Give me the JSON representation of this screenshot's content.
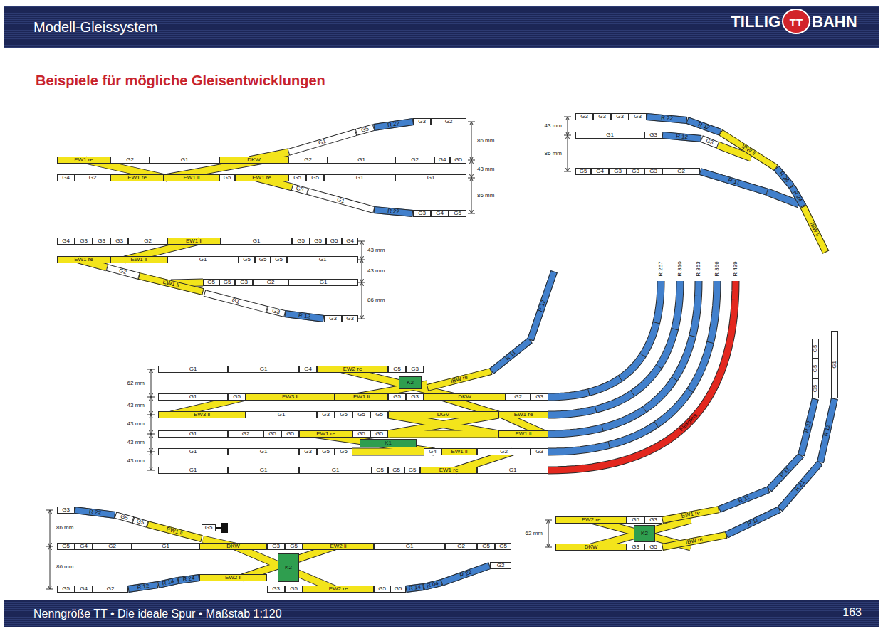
{
  "diagram": {
    "title": "Beispiele für mögliche Gleisentwicklungen",
    "nodes": [
      {
        "text": [
          "EW1 re"
        ]
      },
      {
        "text": [
          "G2"
        ]
      },
      {
        "text": [
          "G1"
        ]
      },
      {
        "text": [
          "DKW"
        ]
      },
      {
        "text": [
          "G2"
        ]
      },
      {
        "text": [
          "G1"
        ]
      },
      {
        "text": [
          "G2"
        ]
      },
      {
        "text": [
          "G4"
        ]
      },
      {
        "text": [
          "G5"
        ]
      },
      {
        "text": [
          "G1"
        ]
      },
      {
        "text": [
          "G5"
        ]
      },
      {
        "text": [
          "R 22"
        ]
      },
      {
        "text": [
          "G3"
        ]
      },
      {
        "text": [
          "G2"
        ]
      },
      {
        "text": [
          "G4"
        ]
      },
      {
        "text": [
          "G2"
        ]
      },
      {
        "text": [
          "EW1 re"
        ]
      },
      {
        "text": [
          "EW1 li"
        ]
      },
      {
        "text": [
          "G5"
        ]
      },
      {
        "text": [
          "EW1 re"
        ]
      },
      {
        "text": [
          "G5"
        ]
      },
      {
        "text": [
          "G5"
        ]
      },
      {
        "text": [
          "G1"
        ]
      },
      {
        "text": [
          "G1"
        ]
      },
      {
        "text": [
          "G5"
        ]
      },
      {
        "text": [
          "G1"
        ]
      },
      {
        "text": [
          "R 22"
        ]
      },
      {
        "text": [
          "G3"
        ]
      },
      {
        "text": [
          "G4"
        ]
      },
      {
        "text": [
          "G5"
        ]
      },
      {
        "text": [
          "G3"
        ]
      },
      {
        "text": [
          "G3"
        ]
      },
      {
        "text": [
          "G3"
        ]
      },
      {
        "text": [
          "G3"
        ]
      },
      {
        "text": [
          "R 22"
        ]
      },
      {
        "text": [
          "R 12"
        ]
      },
      {
        "text": [
          "IBW li"
        ]
      },
      {
        "text": [
          "R 24"
        ]
      },
      {
        "text": [
          "R 24"
        ]
      },
      {
        "text": [
          "IBW li"
        ]
      },
      {
        "text": [
          "G1"
        ]
      },
      {
        "text": [
          "G3"
        ]
      },
      {
        "text": [
          "R 12"
        ]
      },
      {
        "text": [
          "G3"
        ]
      },
      {
        "text": [
          "G5"
        ]
      },
      {
        "text": [
          "G4"
        ]
      },
      {
        "text": [
          "G3"
        ]
      },
      {
        "text": [
          "G3"
        ]
      },
      {
        "text": [
          "G3"
        ]
      },
      {
        "text": [
          "G2"
        ]
      },
      {
        "text": [
          "R 11"
        ]
      },
      {
        "text": [
          "G4"
        ]
      },
      {
        "text": [
          "G3"
        ]
      },
      {
        "text": [
          "G3"
        ]
      },
      {
        "text": [
          "G3"
        ]
      },
      {
        "text": [
          "G2"
        ]
      },
      {
        "text": [
          "EW1 li"
        ]
      },
      {
        "text": [
          "G1"
        ]
      },
      {
        "text": [
          "G5"
        ]
      },
      {
        "text": [
          "G5"
        ]
      },
      {
        "text": [
          "G5"
        ]
      },
      {
        "text": [
          "G4"
        ]
      },
      {
        "text": [
          "EW1 re"
        ]
      },
      {
        "text": [
          "EW1 li"
        ]
      },
      {
        "text": [
          "G1"
        ]
      },
      {
        "text": [
          "G5"
        ]
      },
      {
        "text": [
          "G5"
        ]
      },
      {
        "text": [
          "G5"
        ]
      },
      {
        "text": [
          "G1"
        ]
      },
      {
        "text": [
          "G2"
        ]
      },
      {
        "text": [
          "EW1 li"
        ]
      },
      {
        "text": [
          "G5"
        ]
      },
      {
        "text": [
          "G5"
        ]
      },
      {
        "text": [
          "G3"
        ]
      },
      {
        "text": [
          "G2"
        ]
      },
      {
        "text": [
          "G1"
        ]
      },
      {
        "text": [
          "G1"
        ]
      },
      {
        "text": [
          "G3"
        ]
      },
      {
        "text": [
          "R 12"
        ]
      },
      {
        "text": [
          "G3"
        ]
      },
      {
        "text": [
          "G3"
        ]
      },
      {
        "text": [
          "G1"
        ]
      },
      {
        "text": [
          "G1"
        ]
      },
      {
        "text": [
          "G4"
        ]
      },
      {
        "text": [
          "EW2 re"
        ]
      },
      {
        "text": [
          "G5"
        ]
      },
      {
        "text": [
          "G3"
        ]
      },
      {
        "text": [
          "K2"
        ]
      },
      {
        "text": [
          "IBW re"
        ]
      },
      {
        "text": [
          "R 11"
        ]
      },
      {
        "text": [
          "R 12"
        ]
      },
      {
        "text": [
          "G1"
        ]
      },
      {
        "text": [
          "G5"
        ]
      },
      {
        "text": [
          "EW3 li"
        ]
      },
      {
        "text": [
          "EW1 li"
        ]
      },
      {
        "text": [
          "G5"
        ]
      },
      {
        "text": [
          "G3"
        ]
      },
      {
        "text": [
          "DKW"
        ]
      },
      {
        "text": [
          "G2"
        ]
      },
      {
        "text": [
          "G3"
        ]
      },
      {
        "text": [
          "EW3 li"
        ]
      },
      {
        "text": [
          "G1"
        ]
      },
      {
        "text": [
          "G3"
        ]
      },
      {
        "text": [
          "G5"
        ]
      },
      {
        "text": [
          "G5"
        ]
      },
      {
        "text": [
          "G5"
        ]
      },
      {
        "text": [
          "DGV"
        ]
      },
      {
        "text": [
          "EW1 re"
        ]
      },
      {
        "text": [
          "G1"
        ]
      },
      {
        "text": [
          "G2"
        ]
      },
      {
        "text": [
          "G5"
        ]
      },
      {
        "text": [
          "G5"
        ]
      },
      {
        "text": [
          "EW1 re"
        ]
      },
      {
        "text": [
          "G5"
        ]
      },
      {
        "text": [
          "G5"
        ]
      },
      {
        "text": [
          "EW1 li"
        ]
      },
      {
        "text": [
          "G1"
        ]
      },
      {
        "text": [
          "G1"
        ]
      },
      {
        "text": [
          "G3"
        ]
      },
      {
        "text": [
          "G5"
        ]
      },
      {
        "text": [
          "G5"
        ]
      },
      {
        "text": [
          "K1"
        ]
      },
      {
        "text": [
          "G4"
        ]
      },
      {
        "text": [
          "EW1 li"
        ]
      },
      {
        "text": [
          "G2"
        ]
      },
      {
        "text": [
          "G3"
        ]
      },
      {
        "text": [
          "G1"
        ]
      },
      {
        "text": [
          "G1"
        ]
      },
      {
        "text": [
          "G1"
        ]
      },
      {
        "text": [
          "G5"
        ]
      },
      {
        "text": [
          "G5"
        ]
      },
      {
        "text": [
          "G5"
        ]
      },
      {
        "text": [
          "EW1 re"
        ]
      },
      {
        "text": [
          "G1"
        ]
      },
      {
        "text": [
          "G3"
        ]
      },
      {
        "text": [
          "R 22"
        ]
      },
      {
        "text": [
          "G5"
        ]
      },
      {
        "text": [
          "G5"
        ]
      },
      {
        "text": [
          "EW1 li"
        ]
      },
      {
        "text": [
          "G5"
        ]
      },
      {
        "text": [
          "G5"
        ]
      },
      {
        "text": [
          "G4"
        ]
      },
      {
        "text": [
          "G2"
        ]
      },
      {
        "text": [
          "G1"
        ]
      },
      {
        "text": [
          "DKW"
        ]
      },
      {
        "text": [
          "G3"
        ]
      },
      {
        "text": [
          "G5"
        ]
      },
      {
        "text": [
          "K2"
        ]
      },
      {
        "text": [
          "EW2 li"
        ]
      },
      {
        "text": [
          "G1"
        ]
      },
      {
        "text": [
          "G2"
        ]
      },
      {
        "text": [
          "G5"
        ]
      },
      {
        "text": [
          "G5"
        ]
      },
      {
        "text": [
          "G5"
        ]
      },
      {
        "text": [
          "G4"
        ]
      },
      {
        "text": [
          "G2"
        ]
      },
      {
        "text": [
          "R 12"
        ]
      },
      {
        "text": [
          "R 14"
        ]
      },
      {
        "text": [
          "R 24"
        ]
      },
      {
        "text": [
          "EW2 li"
        ]
      },
      {
        "text": [
          "G3"
        ]
      },
      {
        "text": [
          "G5"
        ]
      },
      {
        "text": [
          "EW2 re"
        ]
      },
      {
        "text": [
          "G5"
        ]
      },
      {
        "text": [
          "G5"
        ]
      },
      {
        "text": [
          "R 14"
        ]
      },
      {
        "text": [
          "R 04"
        ]
      },
      {
        "text": [
          "R 22"
        ]
      },
      {
        "text": [
          "G2"
        ]
      },
      {
        "text": [
          "EW2 re"
        ]
      },
      {
        "text": [
          "G5"
        ]
      },
      {
        "text": [
          "G3"
        ]
      },
      {
        "text": [
          "K2"
        ]
      },
      {
        "text": [
          "EW1 re"
        ]
      },
      {
        "text": [
          "R 11"
        ]
      },
      {
        "text": [
          "R 11"
        ]
      },
      {
        "text": [
          "R 32"
        ]
      },
      {
        "text": [
          "G5"
        ]
      },
      {
        "text": [
          "G5"
        ]
      },
      {
        "text": [
          "G5"
        ]
      },
      {
        "text": [
          "DKW"
        ]
      },
      {
        "text": [
          "G3"
        ]
      },
      {
        "text": [
          "G5"
        ]
      },
      {
        "text": [
          "IBW re"
        ]
      },
      {
        "text": [
          "R 11"
        ]
      },
      {
        "text": [
          "R 21"
        ]
      },
      {
        "text": [
          "R 12"
        ]
      },
      {
        "text": [
          "G1"
        ]
      }
    ],
    "labels": [
      "Modell-Gleissystem",
      "TILLIG",
      "TT",
      "BAHN",
      "86 mm",
      "43 mm",
      "86 mm",
      "43 mm",
      "86 mm",
      "43 mm",
      "43 mm",
      "86 mm",
      "62 mm",
      "43 mm",
      "43 mm",
      "43 mm",
      "43 mm",
      "R 267",
      "R 310",
      "R 353",
      "R 396",
      "R 439",
      "Flexgleis",
      "86 mm",
      "86 mm",
      "62 mm",
      "Nenngröße TT • Die ideale Spur • Maßstab 1:120",
      "163"
    ]
  }
}
